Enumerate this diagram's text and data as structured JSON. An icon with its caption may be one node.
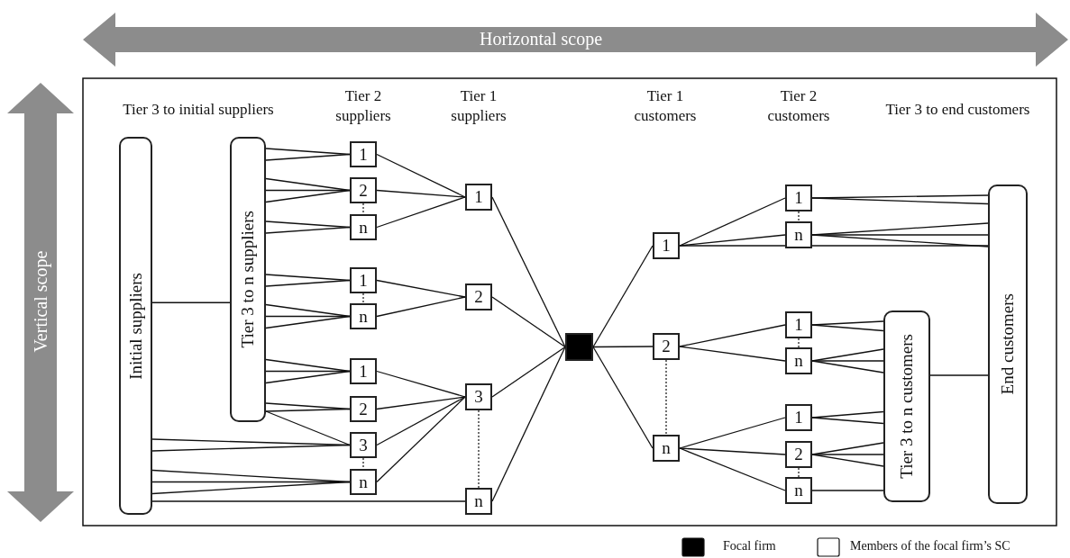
{
  "diagram": {
    "nodes": [
      {
        "text": [
          "Initial suppliers"
        ]
      },
      {
        "text": [
          "Tier 3 to n suppliers"
        ]
      },
      {
        "text": [
          "1"
        ]
      },
      {
        "text": [
          "2"
        ]
      },
      {
        "text": [
          "n"
        ]
      },
      {
        "text": [
          "1"
        ]
      },
      {
        "text": [
          "n"
        ]
      },
      {
        "text": [
          "1"
        ]
      },
      {
        "text": [
          "2"
        ]
      },
      {
        "text": [
          "3"
        ]
      },
      {
        "text": [
          "n"
        ]
      },
      {
        "text": [
          "1"
        ]
      },
      {
        "text": [
          "2"
        ]
      },
      {
        "text": [
          "3"
        ]
      },
      {
        "text": [
          "n"
        ]
      },
      {
        "text": [],
        "shape": "box"
      },
      {
        "text": [
          "1"
        ]
      },
      {
        "text": [
          "2"
        ]
      },
      {
        "text": [
          "n"
        ]
      },
      {
        "text": [
          "1"
        ]
      },
      {
        "text": [
          "n"
        ]
      },
      {
        "text": [
          "1"
        ]
      },
      {
        "text": [
          "n"
        ]
      },
      {
        "text": [
          "1"
        ]
      },
      {
        "text": [
          "2"
        ]
      },
      {
        "text": [
          "n"
        ]
      },
      {
        "text": [
          "Tier 3 to n customers"
        ]
      },
      {
        "text": [
          "End customers"
        ]
      }
    ],
    "edges": [
      {
        "from": 0,
        "to": 1,
        "arrow": "none"
      },
      {
        "from": 1,
        "to": 2,
        "arrow": "none"
      },
      {
        "from": 1,
        "to": 2,
        "arrow": "none"
      },
      {
        "from": 1,
        "to": 3,
        "arrow": "none"
      },
      {
        "from": 1,
        "to": 3,
        "arrow": "none"
      },
      {
        "from": 1,
        "to": 3,
        "arrow": "none"
      },
      {
        "from": 1,
        "to": 4,
        "arrow": "none"
      },
      {
        "from": 1,
        "to": 4,
        "arrow": "none"
      },
      {
        "from": 1,
        "to": 5,
        "arrow": "none"
      },
      {
        "from": 1,
        "to": 5,
        "arrow": "none"
      },
      {
        "from": 1,
        "to": 6,
        "arrow": "none"
      },
      {
        "from": 1,
        "to": 6,
        "arrow": "none"
      },
      {
        "from": 1,
        "to": 6,
        "arrow": "none"
      },
      {
        "from": 1,
        "to": 7,
        "arrow": "none"
      },
      {
        "from": 1,
        "to": 7,
        "arrow": "none"
      },
      {
        "from": 1,
        "to": 7,
        "arrow": "none"
      },
      {
        "from": 1,
        "to": 8,
        "arrow": "none"
      },
      {
        "from": 1,
        "to": 8,
        "arrow": "none"
      },
      {
        "from": 1,
        "to": 9,
        "arrow": "none"
      },
      {
        "from": 0,
        "to": 9,
        "arrow": "none"
      },
      {
        "from": 0,
        "to": 9,
        "arrow": "none"
      },
      {
        "from": 0,
        "to": 10,
        "arrow": "none"
      },
      {
        "from": 0,
        "to": 10,
        "arrow": "none"
      },
      {
        "from": 0,
        "to": 10,
        "arrow": "none"
      },
      {
        "from": 0,
        "to": 14,
        "arrow": "none"
      },
      {
        "from": 3,
        "to": 4,
        "arrow": "none",
        "style": "dashed"
      },
      {
        "from": 5,
        "to": 6,
        "arrow": "none",
        "style": "dashed"
      },
      {
        "from": 9,
        "to": 10,
        "arrow": "none",
        "style": "dashed"
      },
      {
        "from": 2,
        "to": 11,
        "arrow": "none"
      },
      {
        "from": 3,
        "to": 11,
        "arrow": "none"
      },
      {
        "from": 4,
        "to": 11,
        "arrow": "none"
      },
      {
        "from": 5,
        "to": 12,
        "arrow": "none"
      },
      {
        "from": 6,
        "to": 12,
        "arrow": "none"
      },
      {
        "from": 7,
        "to": 13,
        "arrow": "none"
      },
      {
        "from": 8,
        "to": 13,
        "arrow": "none"
      },
      {
        "from": 9,
        "to": 13,
        "arrow": "none"
      },
      {
        "from": 10,
        "to": 13,
        "arrow": "none"
      },
      {
        "from": 13,
        "to": 14,
        "arrow": "none",
        "style": "dashed"
      },
      {
        "from": 11,
        "to": 15,
        "arrow": "none"
      },
      {
        "from": 12,
        "to": 15,
        "arrow": "none"
      },
      {
        "from": 13,
        "to": 15,
        "arrow": "none"
      },
      {
        "from": 14,
        "to": 15,
        "arrow": "none"
      },
      {
        "from": 15,
        "to": 16,
        "arrow": "none"
      },
      {
        "from": 15,
        "to": 17,
        "arrow": "none"
      },
      {
        "from": 15,
        "to": 18,
        "arrow": "none"
      },
      {
        "from": 17,
        "to": 18,
        "arrow": "none",
        "style": "dashed"
      },
      {
        "from": 16,
        "to": 19,
        "arrow": "none"
      },
      {
        "from": 16,
        "to": 20,
        "arrow": "none"
      },
      {
        "from": 16,
        "to": 27,
        "arrow": "none"
      },
      {
        "from": 17,
        "to": 21,
        "arrow": "none"
      },
      {
        "from": 17,
        "to": 22,
        "arrow": "none"
      },
      {
        "from": 18,
        "to": 23,
        "arrow": "none"
      },
      {
        "from": 18,
        "to": 24,
        "arrow": "none"
      },
      {
        "from": 18,
        "to": 25,
        "arrow": "none"
      },
      {
        "from": 19,
        "to": 20,
        "arrow": "none",
        "style": "dashed"
      },
      {
        "from": 21,
        "to": 22,
        "arrow": "none",
        "style": "dashed"
      },
      {
        "from": 24,
        "to": 25,
        "arrow": "none",
        "style": "dashed"
      },
      {
        "from": 19,
        "to": 27,
        "arrow": "none"
      },
      {
        "from": 19,
        "to": 27,
        "arrow": "none"
      },
      {
        "from": 20,
        "to": 27,
        "arrow": "none"
      },
      {
        "from": 20,
        "to": 27,
        "arrow": "none"
      },
      {
        "from": 20,
        "to": 27,
        "arrow": "none"
      },
      {
        "from": 21,
        "to": 26,
        "arrow": "none"
      },
      {
        "from": 21,
        "to": 26,
        "arrow": "none"
      },
      {
        "from": 22,
        "to": 26,
        "arrow": "none"
      },
      {
        "from": 22,
        "to": 26,
        "arrow": "none"
      },
      {
        "from": 22,
        "to": 26,
        "arrow": "none"
      },
      {
        "from": 23,
        "to": 26,
        "arrow": "none"
      },
      {
        "from": 23,
        "to": 26,
        "arrow": "none"
      },
      {
        "from": 24,
        "to": 26,
        "arrow": "none"
      },
      {
        "from": 24,
        "to": 26,
        "arrow": "none"
      },
      {
        "from": 24,
        "to": 26,
        "arrow": "none"
      },
      {
        "from": 25,
        "to": 26,
        "arrow": "none"
      },
      {
        "from": 26,
        "to": 27,
        "arrow": "none"
      }
    ],
    "labels": [
      "Horizontal scope",
      "Vertical scope",
      "Tier 3 to initial suppliers",
      "Tier 2 suppliers",
      "Tier 1 suppliers",
      "Tier 1 customers",
      "Tier 2 customers",
      "Tier 3 to end customers"
    ],
    "legend": [
      {
        "text": "Focal firm",
        "color": "#000000"
      },
      {
        "text": "Members of the focal firm’s SC",
        "color": "#ffffff"
      }
    ]
  }
}
